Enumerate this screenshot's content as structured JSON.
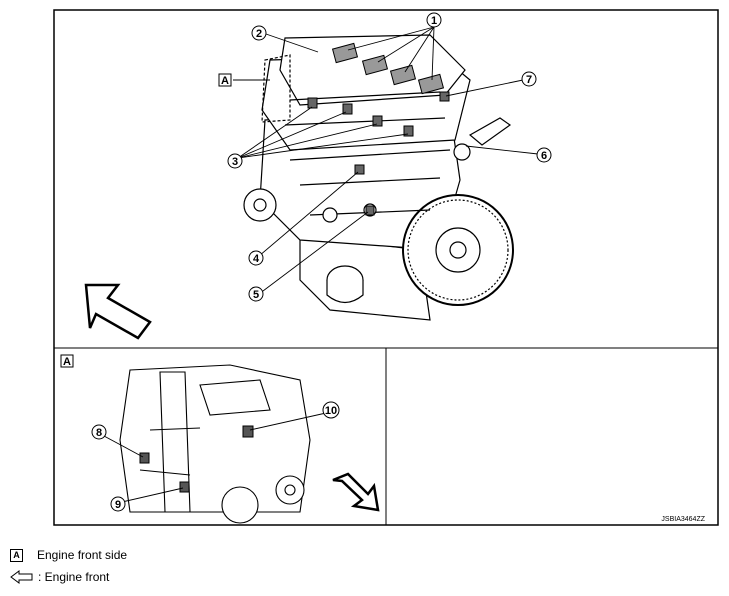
{
  "callouts": {
    "c1": "1",
    "c2": "2",
    "c3": "3",
    "c4": "4",
    "c5": "5",
    "c6": "6",
    "c7": "7",
    "c8": "8",
    "c9": "9",
    "c10": "10"
  },
  "views": {
    "main_letter": "A",
    "detail_letter": "A"
  },
  "reference_code": "JSBIA3464ZZ",
  "legend": {
    "box_letter": "A",
    "box_text": "Engine front side",
    "arrow_text": ": Engine front"
  }
}
